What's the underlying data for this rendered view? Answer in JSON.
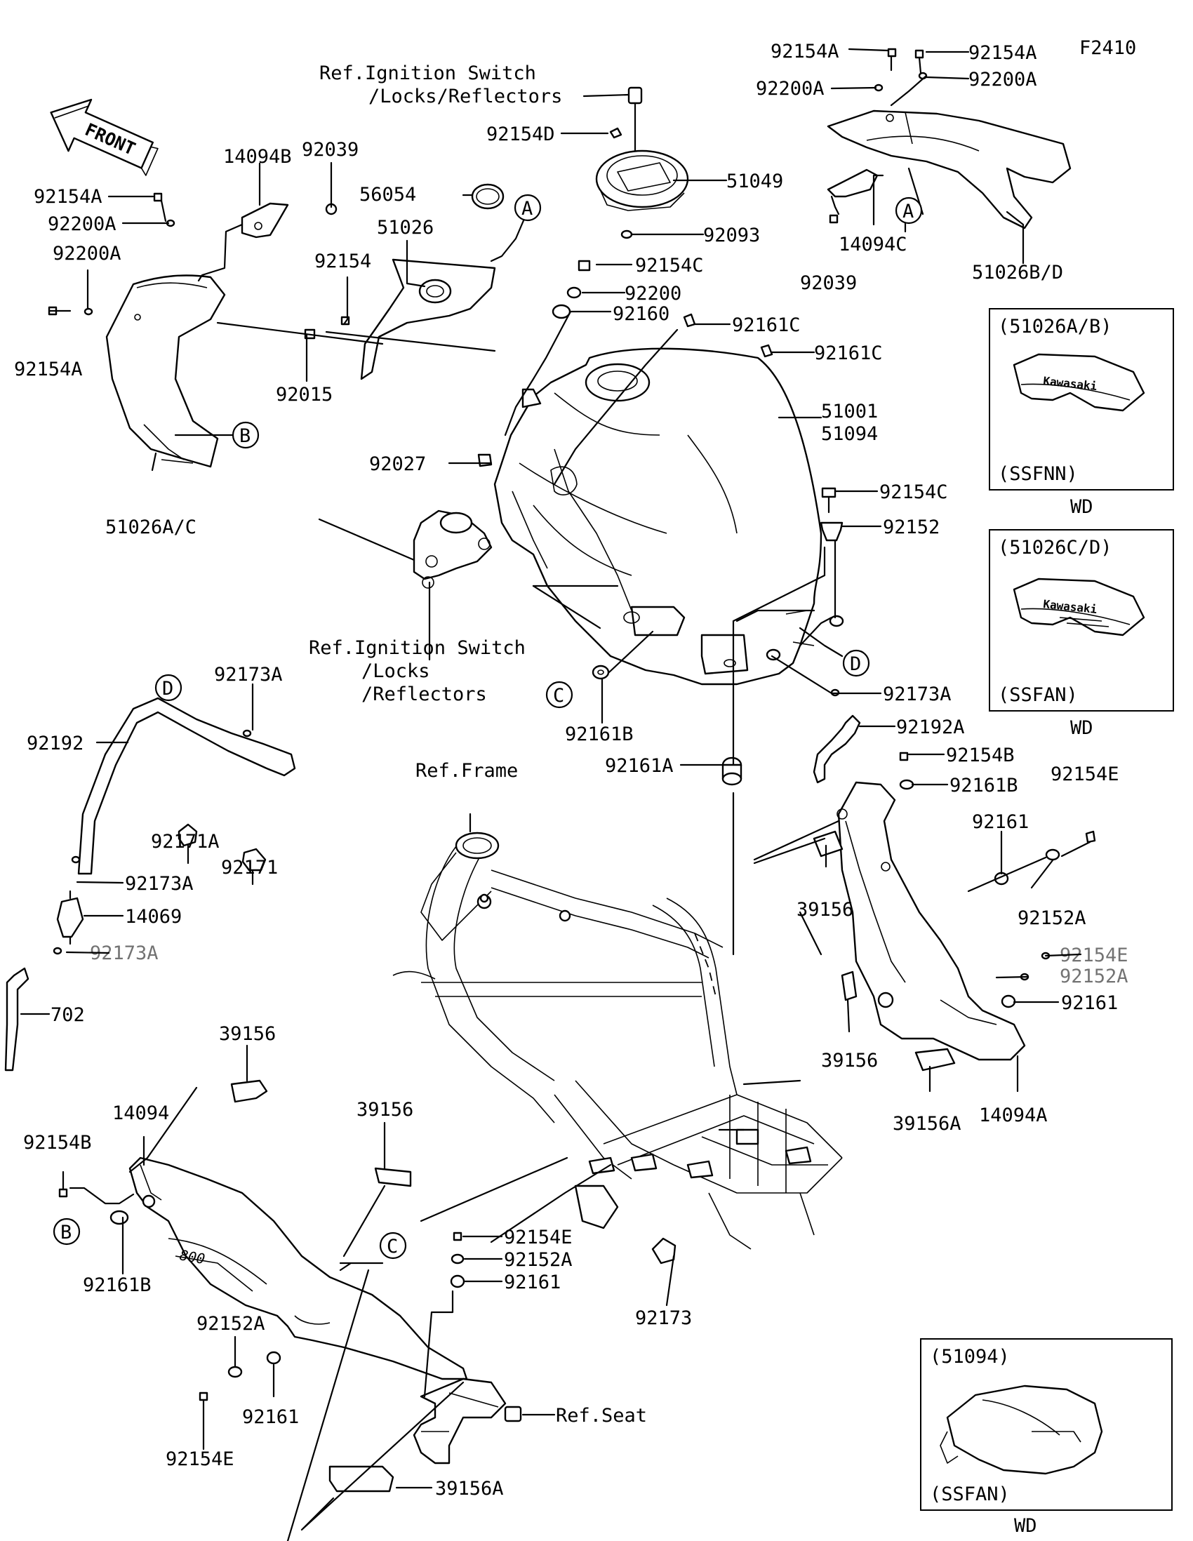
{
  "figure_code": "F2410",
  "front_label": "FRONT",
  "reference_labels": {
    "ignition_top_1": "Ref.Ignition Switch",
    "ignition_top_2": "/Locks/Reflectors",
    "ignition_mid_1": "Ref.Ignition Switch",
    "ignition_mid_2": "/Locks",
    "ignition_mid_3": "/Reflectors",
    "frame": "Ref.Frame",
    "seat": "Ref.Seat"
  },
  "callouts": [
    "A",
    "B",
    "C",
    "D"
  ],
  "parts": {
    "p92154A_tr1": "92154A",
    "p92154A_tr2": "92154A",
    "p92200A_tr1": "92200A",
    "p92200A_tr2": "92200A",
    "p92154D": "92154D",
    "p51049": "51049",
    "p92093": "92093",
    "p14094C": "14094C",
    "p92039_r": "92039",
    "p51026BD": "51026B/D",
    "p14094B": "14094B",
    "p92039_l": "92039",
    "p56054": "56054",
    "p51026": "51026",
    "p92154A_l1": "92154A",
    "p92200A_l1": "92200A",
    "p92200A_l2": "92200A",
    "p92154": "92154",
    "p92154A_l2": "92154A",
    "p92015": "92015",
    "p51026AC": "51026A/C",
    "p92154C_1": "92154C",
    "p92200": "92200",
    "p92160": "92160",
    "p92161C_1": "92161C",
    "p92161C_2": "92161C",
    "p51001": "51001",
    "p51094": "51094",
    "p92027": "92027",
    "p92154C_2": "92154C",
    "p92152": "92152",
    "p92173A_r": "92173A",
    "p92161B_c": "92161B",
    "p92192A": "92192A",
    "p92161A": "92161A",
    "p92154B_r": "92154B",
    "p92161B_r": "92161B",
    "p92154E_r": "92154E",
    "p92161_r1": "92161",
    "p39156_r1": "39156",
    "p92152A_r": "92152A",
    "p92154E_r2": "92154E",
    "p92152A_r2": "92152A",
    "p92161_r2": "92161",
    "p39156_r2": "39156",
    "p39156A_r": "39156A",
    "p14094A": "14094A",
    "p92173A_l1": "92173A",
    "p92192": "92192",
    "p92171A": "92171A",
    "p92171": "92171",
    "p92173A_l2": "92173A",
    "p14069": "14069",
    "p92173A_l3": "92173A",
    "p702": "702",
    "p39156_l1": "39156",
    "p14094": "14094",
    "p39156_l2": "39156",
    "p92154B_l": "92154B",
    "p92161B_l": "92161B",
    "p92154E_c": "92154E",
    "p92152A_c": "92152A",
    "p92161_c": "92161",
    "p92152A_l": "92152A",
    "p92161_l": "92161",
    "p92154E_l": "92154E",
    "p92173": "92173",
    "p39156A_l": "39156A"
  },
  "variants": [
    {
      "code": "(51026A/B)",
      "color": "(SSFNN)",
      "note": "WD",
      "logo": "Kawasaki"
    },
    {
      "code": "(51026C/D)",
      "color": "(SSFAN)",
      "note": "WD",
      "logo": "Kawasaki"
    },
    {
      "code": "(51094)",
      "color": "(SSFAN)",
      "note": "WD"
    }
  ],
  "side_cover_logo": "800"
}
